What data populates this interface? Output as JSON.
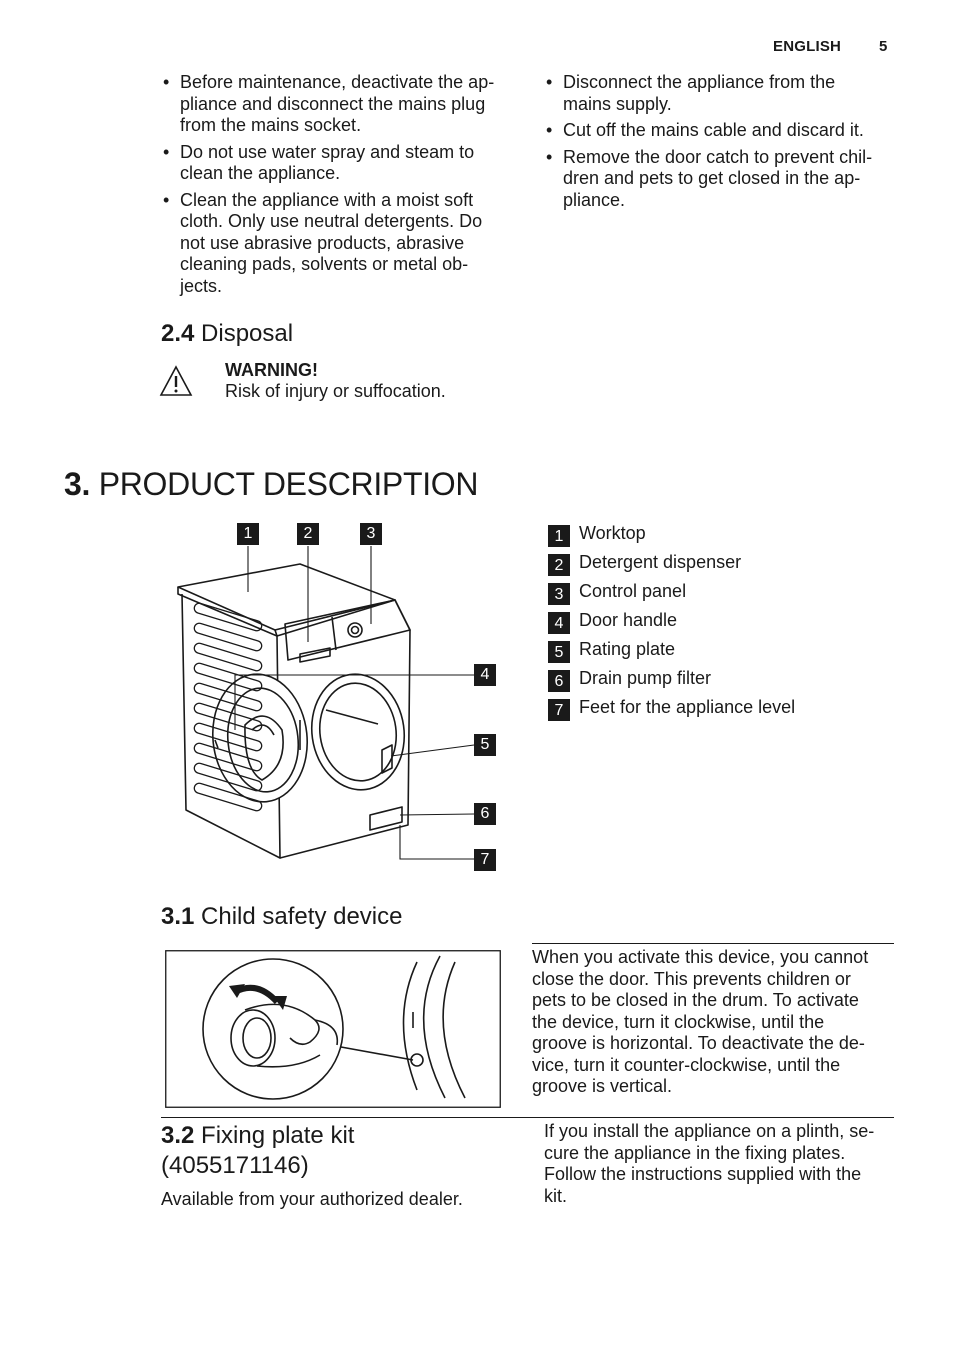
{
  "header": {
    "language": "ENGLISH",
    "page_number": "5"
  },
  "maintenance": {
    "left_items": [
      "Before maintenance, deactivate the ap-\npliance and disconnect the mains plug\nfrom the mains socket.",
      "Do not use water spray and steam to\nclean the appliance.",
      "Clean the appliance with a moist soft\ncloth. Only use neutral detergents. Do\nnot use abrasive products, abrasive\ncleaning pads, solvents or metal ob-\njects."
    ],
    "right_items": [
      "Disconnect the appliance from the\nmains supply.",
      "Cut off the mains cable and discard it.",
      "Remove the door catch to prevent chil-\ndren and pets to get closed in the ap-\npliance."
    ]
  },
  "disposal": {
    "number": "2.4",
    "title": "Disposal",
    "warning_title": "WARNING!",
    "warning_text": "Risk of injury or suffocation."
  },
  "product_description": {
    "number": "3.",
    "title": "PRODUCT DESCRIPTION",
    "callouts": [
      "1",
      "2",
      "3",
      "4",
      "5",
      "6",
      "7"
    ],
    "legend": [
      {
        "num": "1",
        "label": "Worktop"
      },
      {
        "num": "2",
        "label": "Detergent dispenser"
      },
      {
        "num": "3",
        "label": "Control panel"
      },
      {
        "num": "4",
        "label": "Door handle"
      },
      {
        "num": "5",
        "label": "Rating plate"
      },
      {
        "num": "6",
        "label": "Drain pump filter"
      },
      {
        "num": "7",
        "label": "Feet for the appliance level"
      }
    ]
  },
  "child_safety": {
    "number": "3.1",
    "title": "Child safety device",
    "text": "When you activate this device, you cannot\nclose the door. This prevents children or\npets to be closed in the drum. To activate\nthe device, turn it clockwise, until the\ngroove is horizontal. To deactivate the de-\nvice, turn it counter-clockwise, until the\ngroove is vertical."
  },
  "fixing_plate": {
    "number": "3.2",
    "title_line1": "Fixing plate kit",
    "title_line2": "(4055171146)",
    "availability": "Available from your authorized dealer.",
    "text": "If you install the appliance on a plinth, se-\ncure the appliance in the fixing plates.\nFollow the instructions supplied with the\nkit."
  }
}
